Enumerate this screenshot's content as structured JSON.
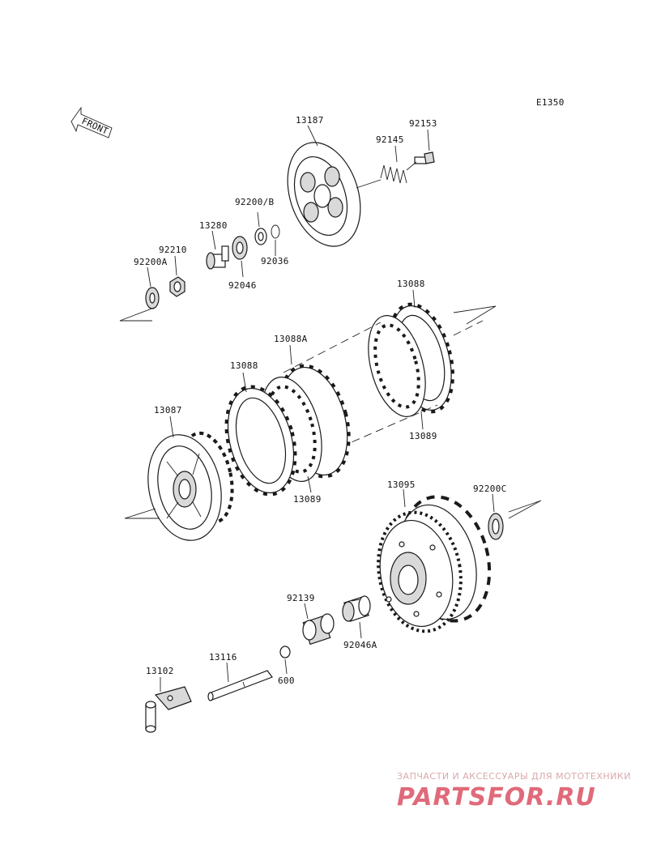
{
  "diagram_code": "E1350",
  "front_label": "FRONT",
  "labels": {
    "p13187": "13187",
    "p92153": "92153",
    "p92145": "92145",
    "p92200B": "92200/B",
    "p13280": "13280",
    "p92210": "92210",
    "p92200A": "92200A",
    "p92036": "92036",
    "p92046": "92046",
    "p13088_top": "13088",
    "p13088A": "13088A",
    "p13088_mid": "13088",
    "p13089_right": "13089",
    "p13087": "13087",
    "p13089_mid": "13089",
    "p13095": "13095",
    "p92200C": "92200C",
    "p92139": "92139",
    "p92046A": "92046A",
    "p13116": "13116",
    "p13102": "13102",
    "p600": "600"
  },
  "watermark": {
    "tagline": "ЗАПЧАСТИ И АКСЕССУАРЫ ДЛЯ МОТОТЕХНИКИ",
    "brand": "PARTSFOR.RU"
  }
}
